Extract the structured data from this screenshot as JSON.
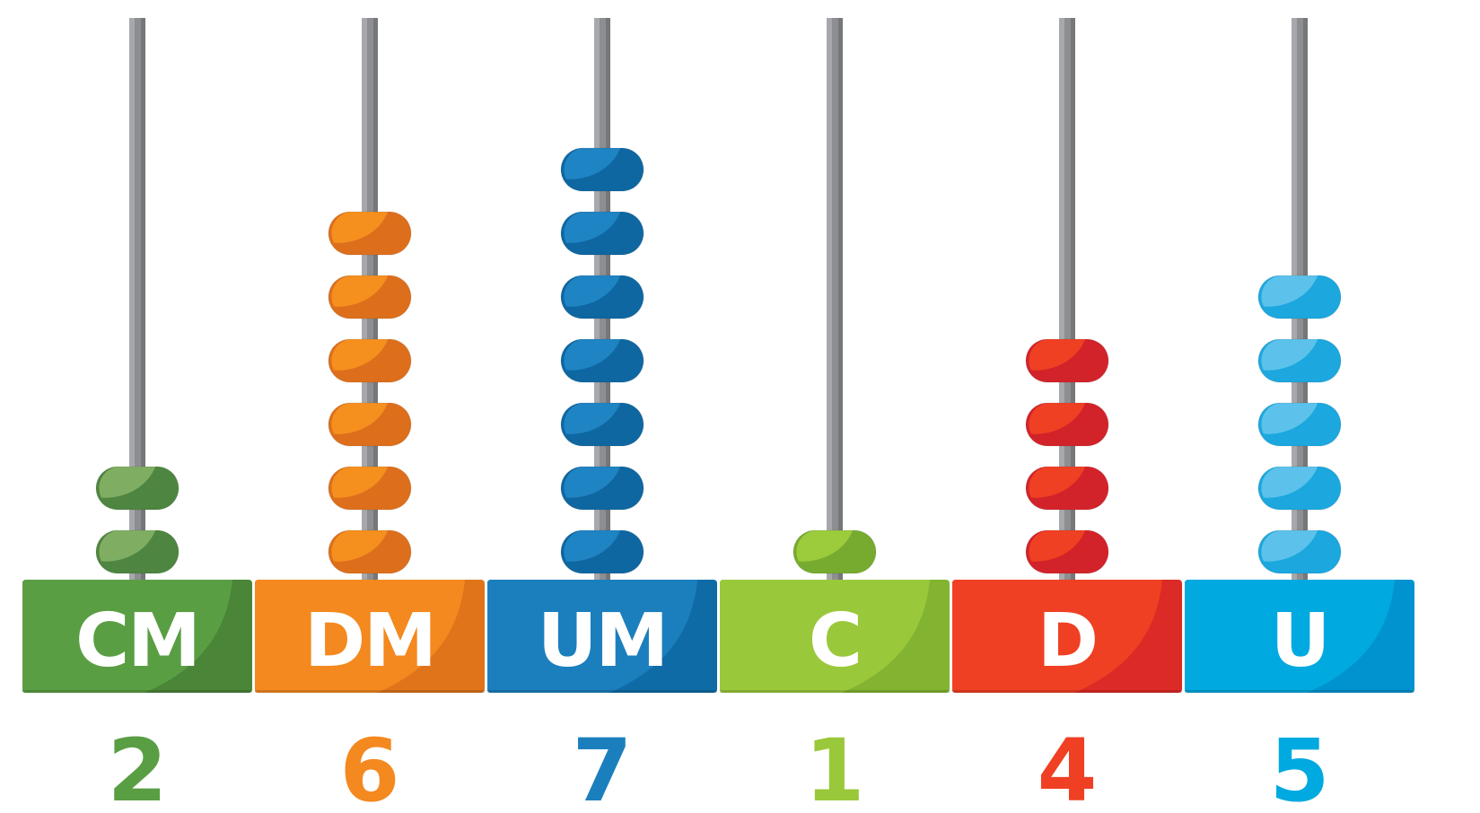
{
  "columns": [
    {
      "label": "CM",
      "digit": "2",
      "value": 2,
      "color": "#5a9e44",
      "color_dark": "#4a8538",
      "bead_color": "#7fae63",
      "bead_dark": "#4e8540",
      "digit_color": "#5a9e44"
    },
    {
      "label": "DM",
      "digit": "6",
      "value": 6,
      "color": "#f3891f",
      "color_dark": "#e0741b",
      "bead_color": "#f5901f",
      "bead_dark": "#dd6f1c",
      "digit_color": "#f3891f"
    },
    {
      "label": "UM",
      "digit": "7",
      "value": 7,
      "color": "#1c7fbd",
      "color_dark": "#0f6ba6",
      "bead_color": "#1f84c4",
      "bead_dark": "#0f67a1",
      "digit_color": "#1c7fbd"
    },
    {
      "label": "C",
      "digit": "1",
      "value": 1,
      "color": "#9ac83b",
      "color_dark": "#82b432",
      "bead_color": "#9ccb3c",
      "bead_dark": "#76ab30",
      "digit_color": "#9ac83b"
    },
    {
      "label": "D",
      "digit": "4",
      "value": 4,
      "color": "#ef4023",
      "color_dark": "#dc2a26",
      "bead_color": "#ef4023",
      "bead_dark": "#d2232a",
      "digit_color": "#ef4023"
    },
    {
      "label": "U",
      "digit": "5",
      "value": 5,
      "color": "#00a9df",
      "color_dark": "#0093cf",
      "bead_color": "#5cc2eb",
      "bead_dark": "#1ca7de",
      "digit_color": "#00a9df"
    }
  ]
}
